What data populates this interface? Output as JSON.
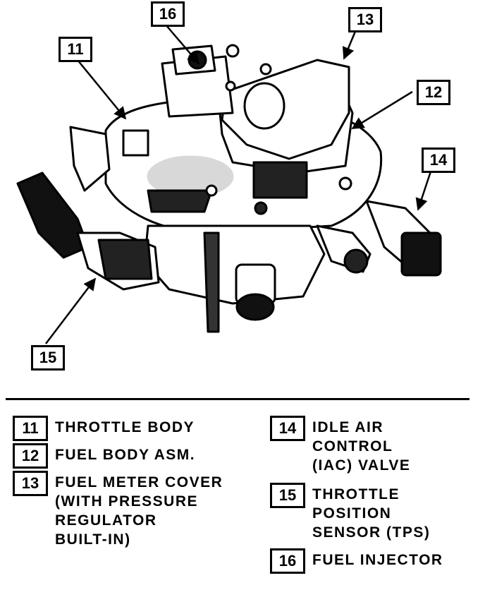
{
  "callouts": [
    "11",
    "12",
    "13",
    "14",
    "15",
    "16"
  ],
  "legend": [
    {
      "number": "11",
      "text": "THROTTLE BODY"
    },
    {
      "number": "12",
      "text": "FUEL BODY ASM."
    },
    {
      "number": "13",
      "text": "FUEL METER COVER\n(WITH PRESSURE\nREGULATOR\nBUILT-IN)"
    },
    {
      "number": "14",
      "text": "IDLE AIR\nCONTROL\n(IAC) VALVE"
    },
    {
      "number": "15",
      "text": "THROTTLE\nPOSITION\nSENSOR (TPS)"
    },
    {
      "number": "16",
      "text": "FUEL INJECTOR"
    }
  ]
}
